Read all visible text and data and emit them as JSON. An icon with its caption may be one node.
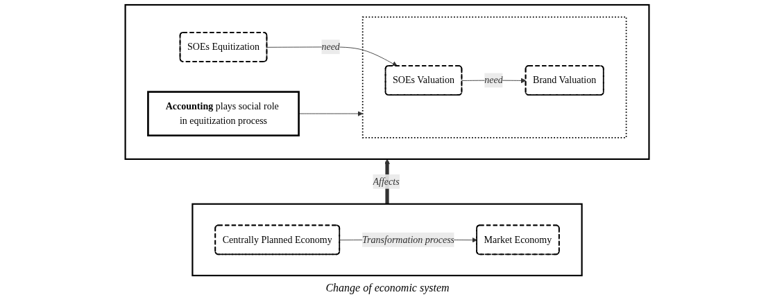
{
  "diagram": {
    "nodes": [
      {
        "text": [],
        "shape": "box"
      },
      {
        "text": [
          "**Accounting** plays social role in equitization process"
        ],
        "in": 0
      },
      {
        "text": [
          "SOEs Equitization"
        ],
        "in": 0
      },
      {
        "text": [],
        "shape": "box",
        "in": 0
      },
      {
        "text": [
          "SOEs Valuation"
        ],
        "in": 3
      },
      {
        "text": [
          "Brand Valuation"
        ],
        "in": 3
      },
      {
        "text": [],
        "shape": "box"
      },
      {
        "text": [
          "Centrally Planned Economy"
        ],
        "in": 6
      },
      {
        "text": [
          "Market Economy"
        ],
        "in": 6
      }
    ],
    "edges": [
      {
        "from": 1,
        "to": 3,
        "arrow": "to"
      },
      {
        "from": 2,
        "to": 4,
        "arrow": "to",
        "label": "need"
      },
      {
        "from": 4,
        "to": 5,
        "arrow": "to",
        "label": "need"
      },
      {
        "from": 6,
        "to": 0,
        "arrow": "to",
        "label": "Affects",
        "style": "thick"
      },
      {
        "from": 7,
        "to": 8,
        "arrow": "to",
        "label": "Transformation process"
      }
    ],
    "labels": [
      "Change of economic system"
    ]
  }
}
